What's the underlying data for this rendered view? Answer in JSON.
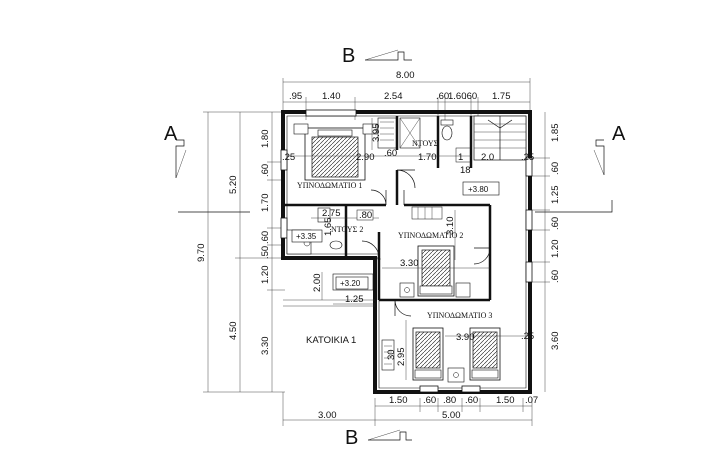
{
  "section_marks": {
    "b_top": "B",
    "b_bottom": "B",
    "a_left": "A",
    "a_right": "A"
  },
  "dims_top": {
    "overall": "8.00",
    "segments": [
      ".95",
      "1.40",
      "2.54",
      ".60",
      "1.60",
      ".60",
      "1.75"
    ]
  },
  "dims_bottom": {
    "segments": [
      "1.50",
      ".60",
      ".80",
      ".60",
      "1.50",
      ".07"
    ],
    "overall_left": "3.00",
    "overall_right": "5.00"
  },
  "dims_left": {
    "overall": "9.70",
    "upper": "5.20",
    "lower": "4.50",
    "segments": [
      "1.80",
      ".60",
      "1.70",
      ".60",
      ".50",
      "1.20",
      "3.30"
    ]
  },
  "dims_right": {
    "segments": [
      "1.85",
      ".60",
      "1.25",
      ".60",
      "1.20",
      ".60",
      "3.60"
    ]
  },
  "inner_dims": {
    "bed1_len": "3.95",
    "bed1_w": "2.90",
    "wc_a": ".60",
    "toilet_w": "1.70",
    "stair_a": "1",
    "stair_b": "2.0",
    "hall_w": "2.75",
    "hall_b": ".80",
    "bath2_h": "1.65",
    "bed2_h": "3.10",
    "bed2_w": "3.30",
    "stair_small": "2.00",
    "stair_small_w": "1.25",
    "bed3_h": "2.95",
    "bed3_w": "3.90",
    "side_left_a": ".25",
    "side_right_a": ".25",
    "side_right_b": ".25",
    "stair_no": "18",
    "mark_30": "30",
    "bed3_side": ".25"
  },
  "rooms": {
    "bedroom1": "ΥΠΝΟΔΩΜΑΤΙΟ 1",
    "bedroom2": "ΥΠΝΟΔΩΜΑΤΙΟ 2",
    "bedroom3": "ΥΠΝΟΔΩΜΑΤΙΟ 3",
    "wc1": "ΝΤΟΥΣ",
    "wc2": "ΝΤΟΥΣ 2",
    "apartment": "ΚΑΤΟΙΚΙΑ 1"
  },
  "levels": {
    "landing": "+3.80",
    "bath": "+3.35",
    "stair": "+3.20"
  }
}
